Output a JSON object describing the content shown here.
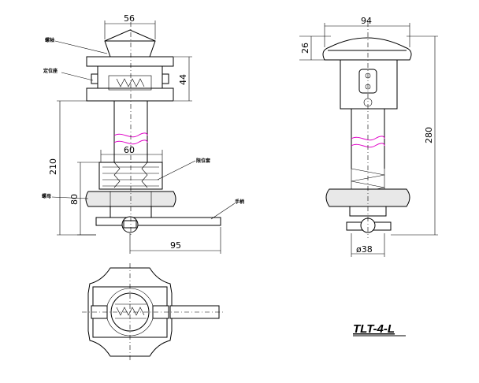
{
  "model_label": "TLT-4-L",
  "dimensions": {
    "front_head_width": "56",
    "front_base_height": "44",
    "front_total_height": "210",
    "front_spring_width": "60",
    "front_nut_height": "80",
    "front_handle_length": "95",
    "side_head_width": "94",
    "side_head_height": "26",
    "side_total_height": "280",
    "side_shaft_diameter": "ø38"
  },
  "labels": {
    "knob": "螺轴",
    "positioning_seat": "定位座",
    "limit_sleeve": "限位套",
    "nut": "螺母",
    "handle": "手柄"
  }
}
